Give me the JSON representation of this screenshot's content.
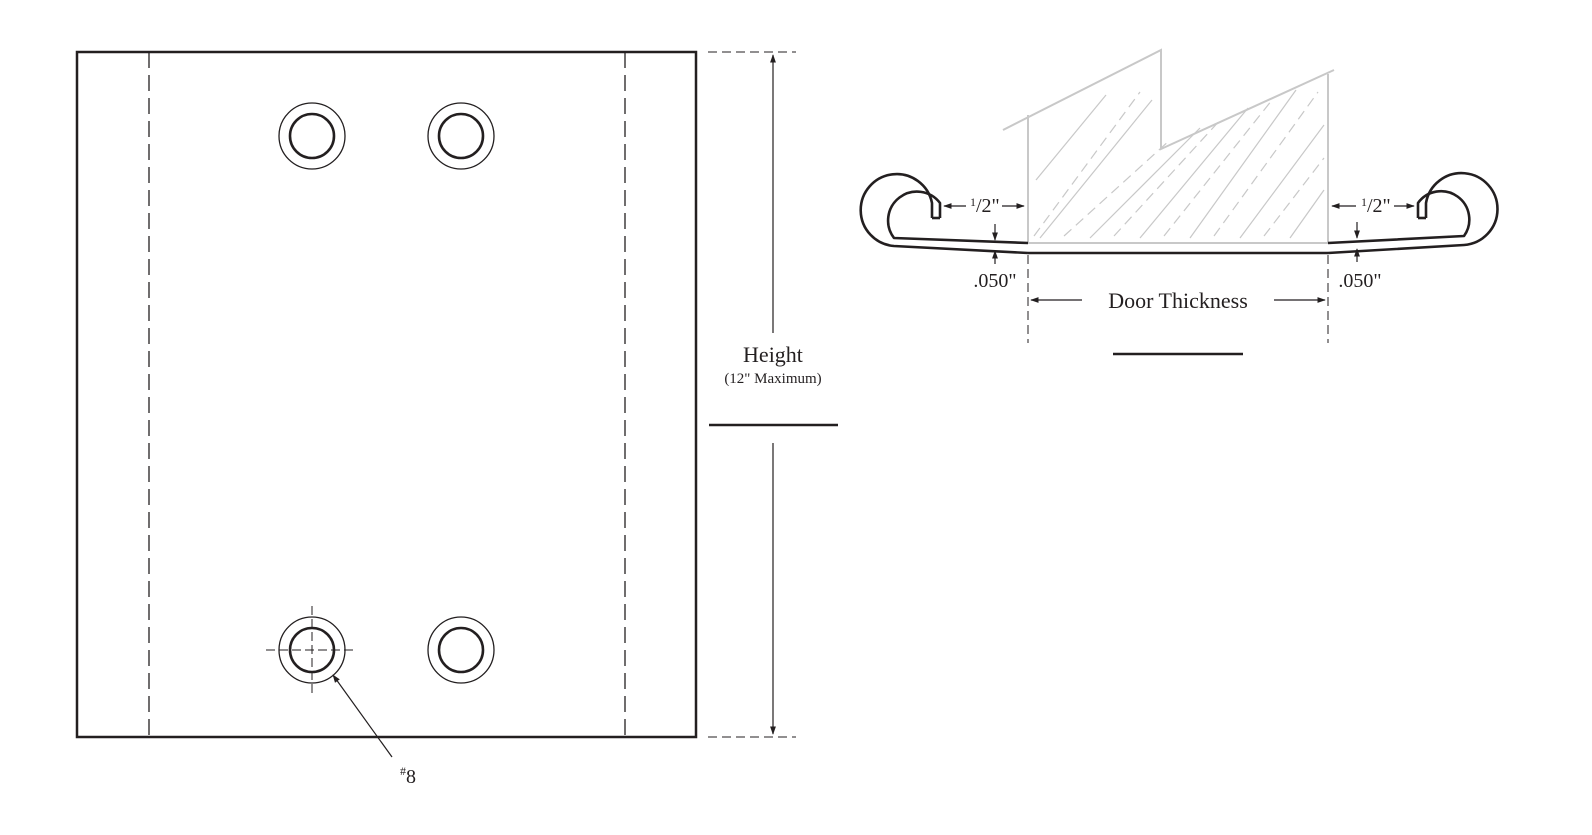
{
  "plate_view": {
    "height_label": "Height",
    "height_note": "(12\" Maximum)",
    "screw_label_prefix": "#",
    "screw_label_number": "8"
  },
  "edge_view": {
    "left_gap_num": "1",
    "left_gap_den": "/2\"",
    "right_gap_num": "1",
    "right_gap_den": "/2\"",
    "left_thickness": ".050\"",
    "right_thickness": ".050\"",
    "door_thickness_label": "Door Thickness"
  },
  "colors": {
    "line": "#231f20",
    "door_section": "#c8c8c8"
  }
}
